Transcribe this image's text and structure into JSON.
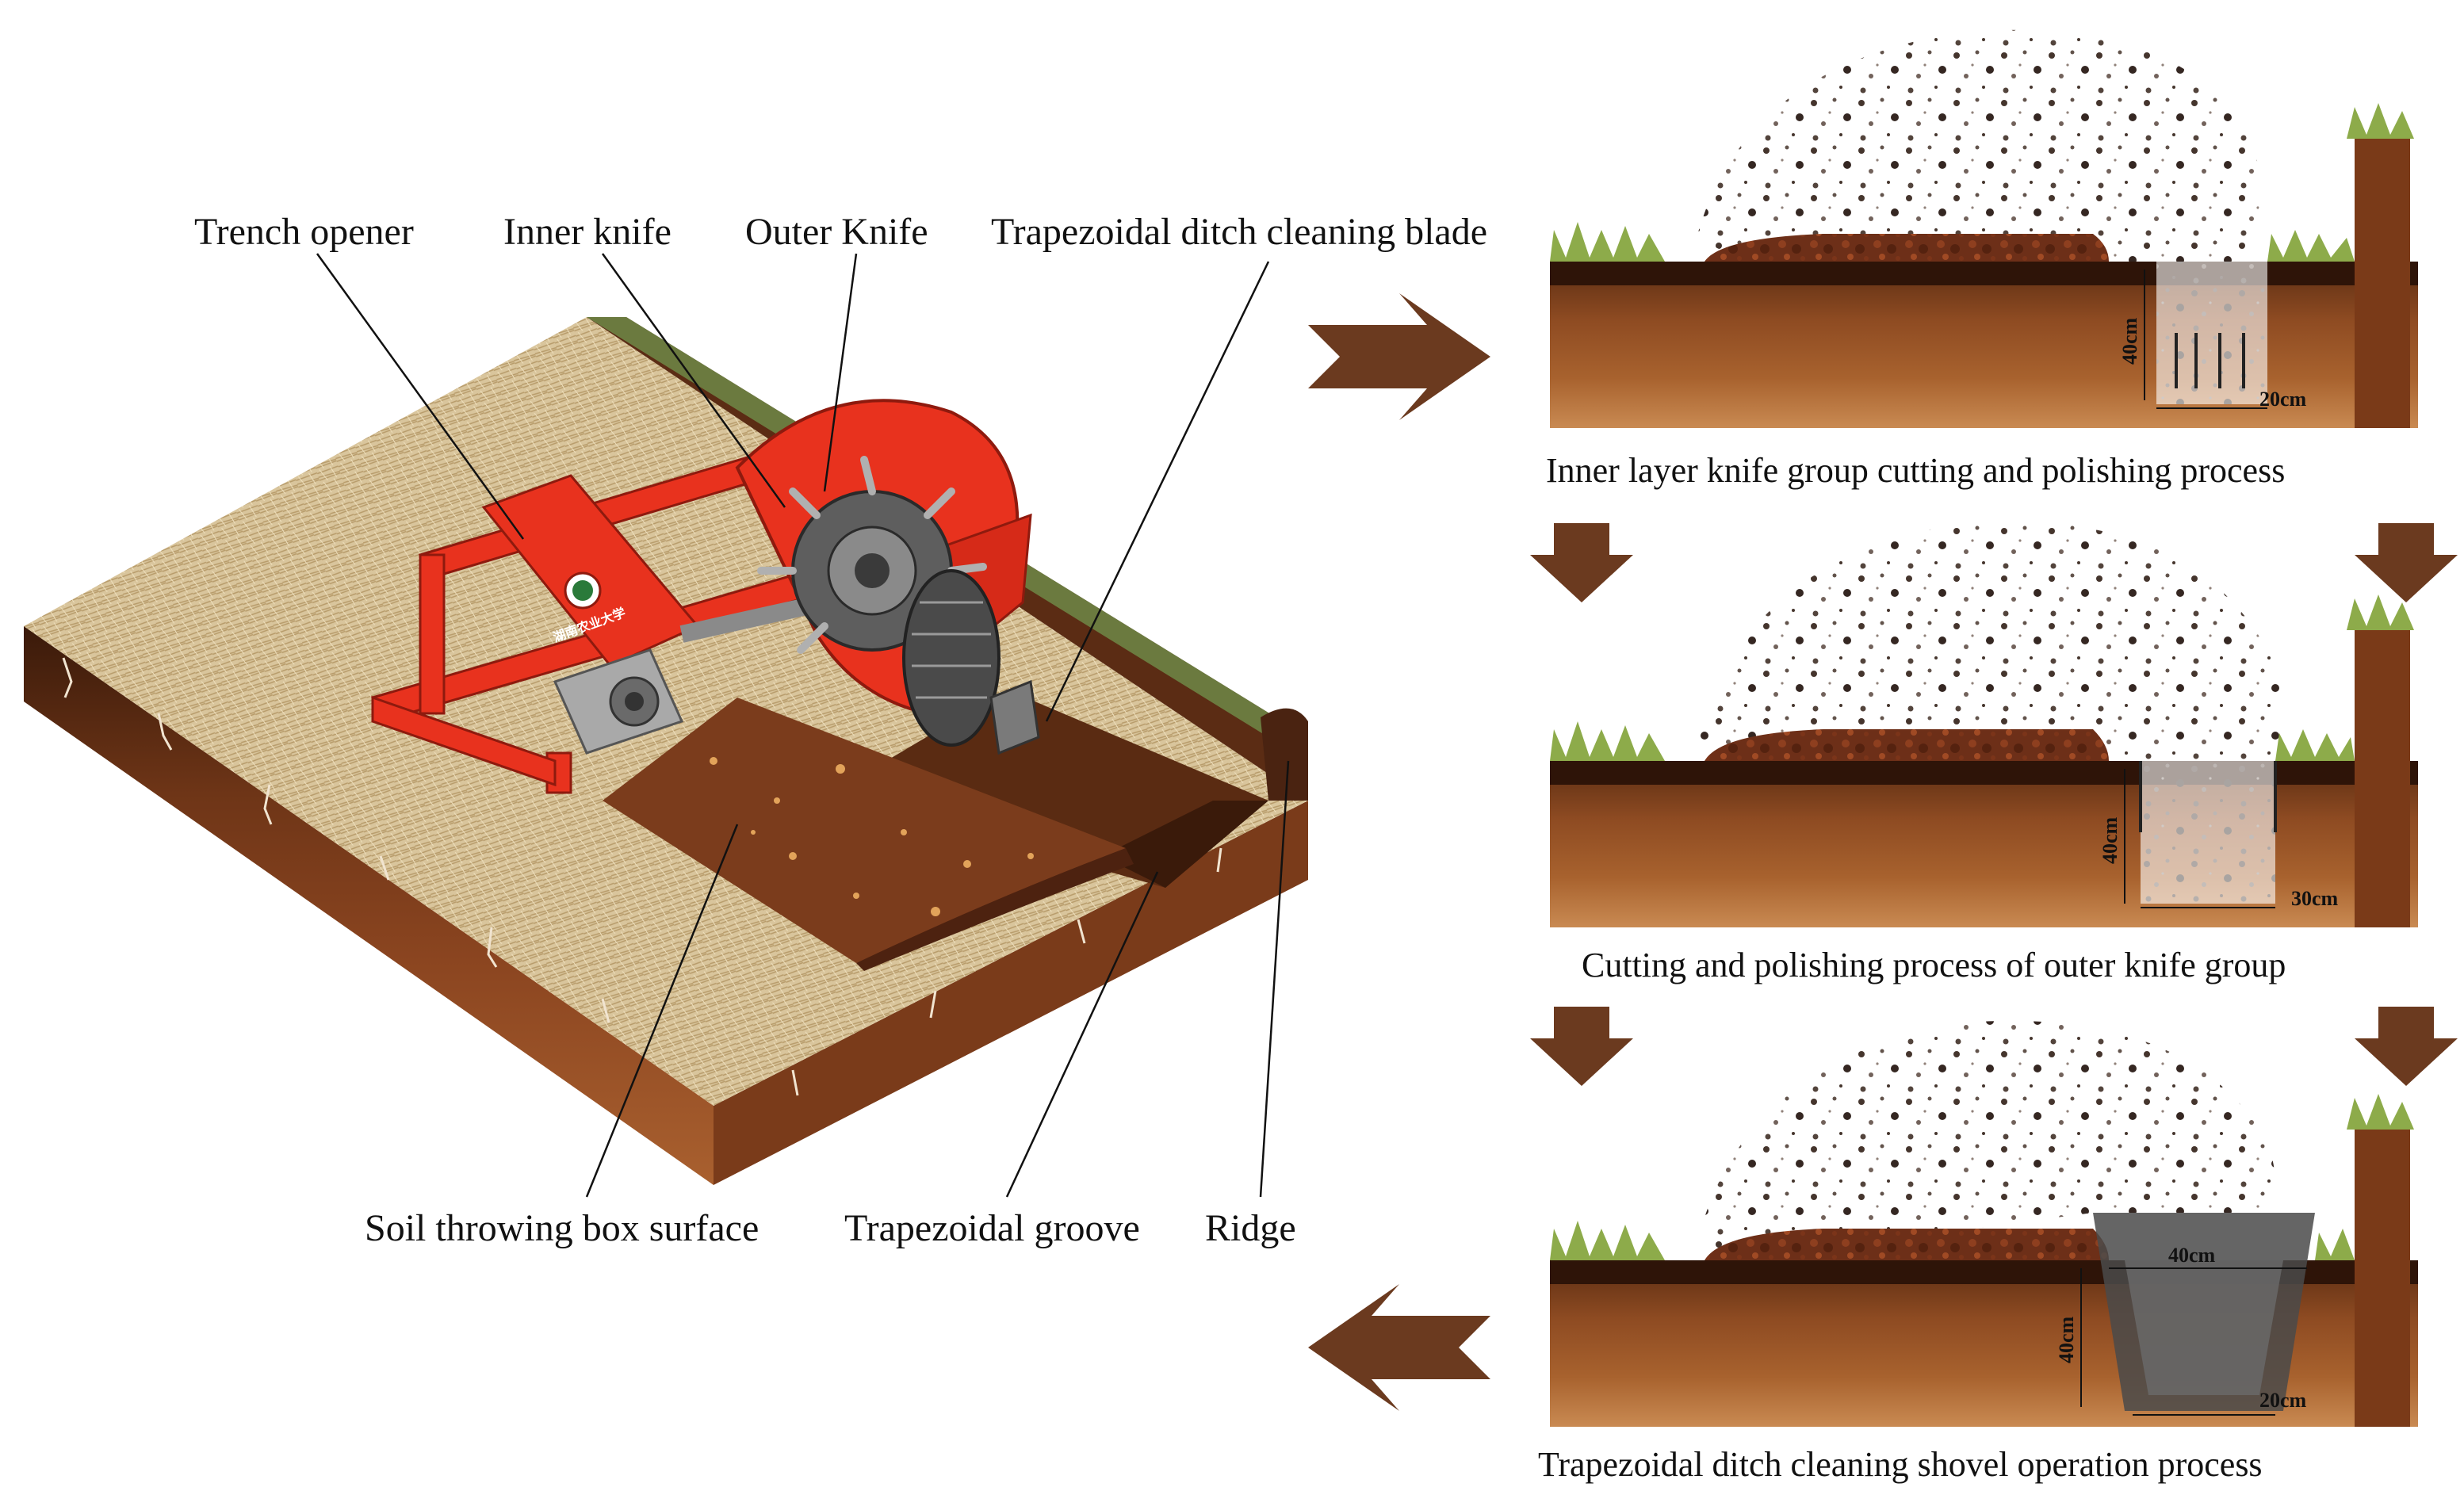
{
  "labels": {
    "trench_opener": "Trench opener",
    "inner_knife": "Inner knife",
    "outer_knife": "Outer Knife",
    "trapezoidal_blade": "Trapezoidal ditch cleaning blade",
    "soil_throwing_box": "Soil throwing box surface",
    "trapezoidal_groove": "Trapezoidal groove",
    "ridge": "Ridge"
  },
  "stages": [
    {
      "caption": "Inner layer knife group cutting and polishing process",
      "depth": "40cm",
      "width": "20cm"
    },
    {
      "caption": "Cutting and polishing process of outer knife group",
      "depth": "40cm",
      "width": "30cm"
    },
    {
      "caption": "Trapezoidal ditch cleaning shovel operation process",
      "depth": "40cm",
      "top_width": "40cm",
      "bottom_width": "20cm"
    }
  ],
  "machine_badge": {
    "logo_text": "湖南农业大学"
  },
  "colors": {
    "arrow": "#6b3a1f",
    "machine": "#e8321e",
    "soil_dark": "#4a2410",
    "soil_mid": "#8a4a22",
    "soil_light": "#b5703a",
    "straw": "#d8c39a",
    "grass": "#8dab4a"
  }
}
